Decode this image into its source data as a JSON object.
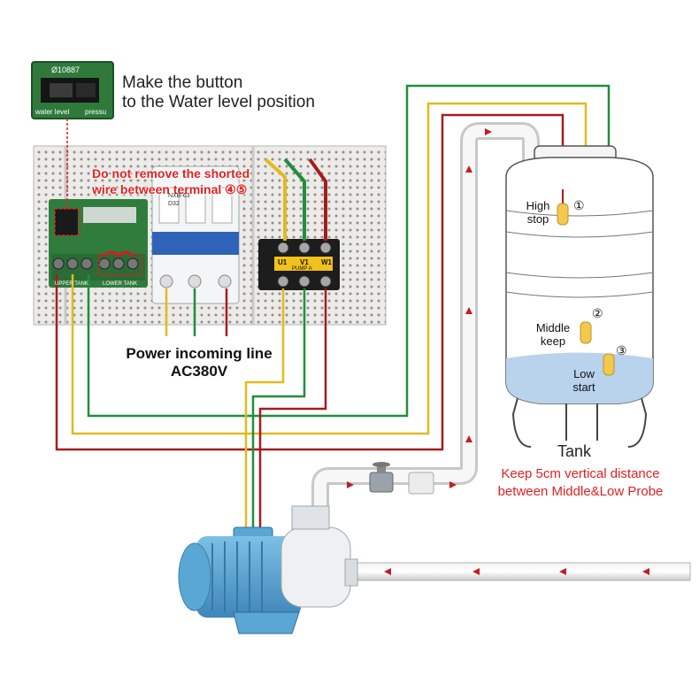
{
  "instruction": {
    "line1": "Make the button",
    "line2": "to the Water level position"
  },
  "inset": {
    "board_code": "Ø10887",
    "switch_label_left": "water level",
    "switch_label_right": "pressu"
  },
  "warning": {
    "line1": "Do not remove the shorted",
    "line2": "wire between terminal ④⑤"
  },
  "panel": {
    "breaker_model": "NXB-63",
    "breaker_rating": "D32",
    "contactor_labels": [
      "U1",
      "V1",
      "W1"
    ],
    "contactor_name": "PUMP A",
    "board_labels": [
      "UPPER TANK",
      "LOWER TANK"
    ]
  },
  "power": {
    "line1": "Power incoming line",
    "line2": "AC380V"
  },
  "tank": {
    "name": "Tank",
    "probes": [
      {
        "number": "①",
        "label_line1": "High",
        "label_line2": "stop"
      },
      {
        "number": "②",
        "label_line1": "Middle",
        "label_line2": "keep"
      },
      {
        "number": "③",
        "label_line1": "Low",
        "label_line2": "start"
      }
    ]
  },
  "note": {
    "line1": "Keep 5cm vertical distance",
    "line2": "between Middle&Low Probe"
  },
  "colors": {
    "wire_red": "#a61c1c",
    "wire_yellow": "#e3b91f",
    "wire_green": "#1f8f3a",
    "warning_text": "#e32020",
    "water": "#b9d3ec",
    "pump_body": "#5aa7d6"
  }
}
